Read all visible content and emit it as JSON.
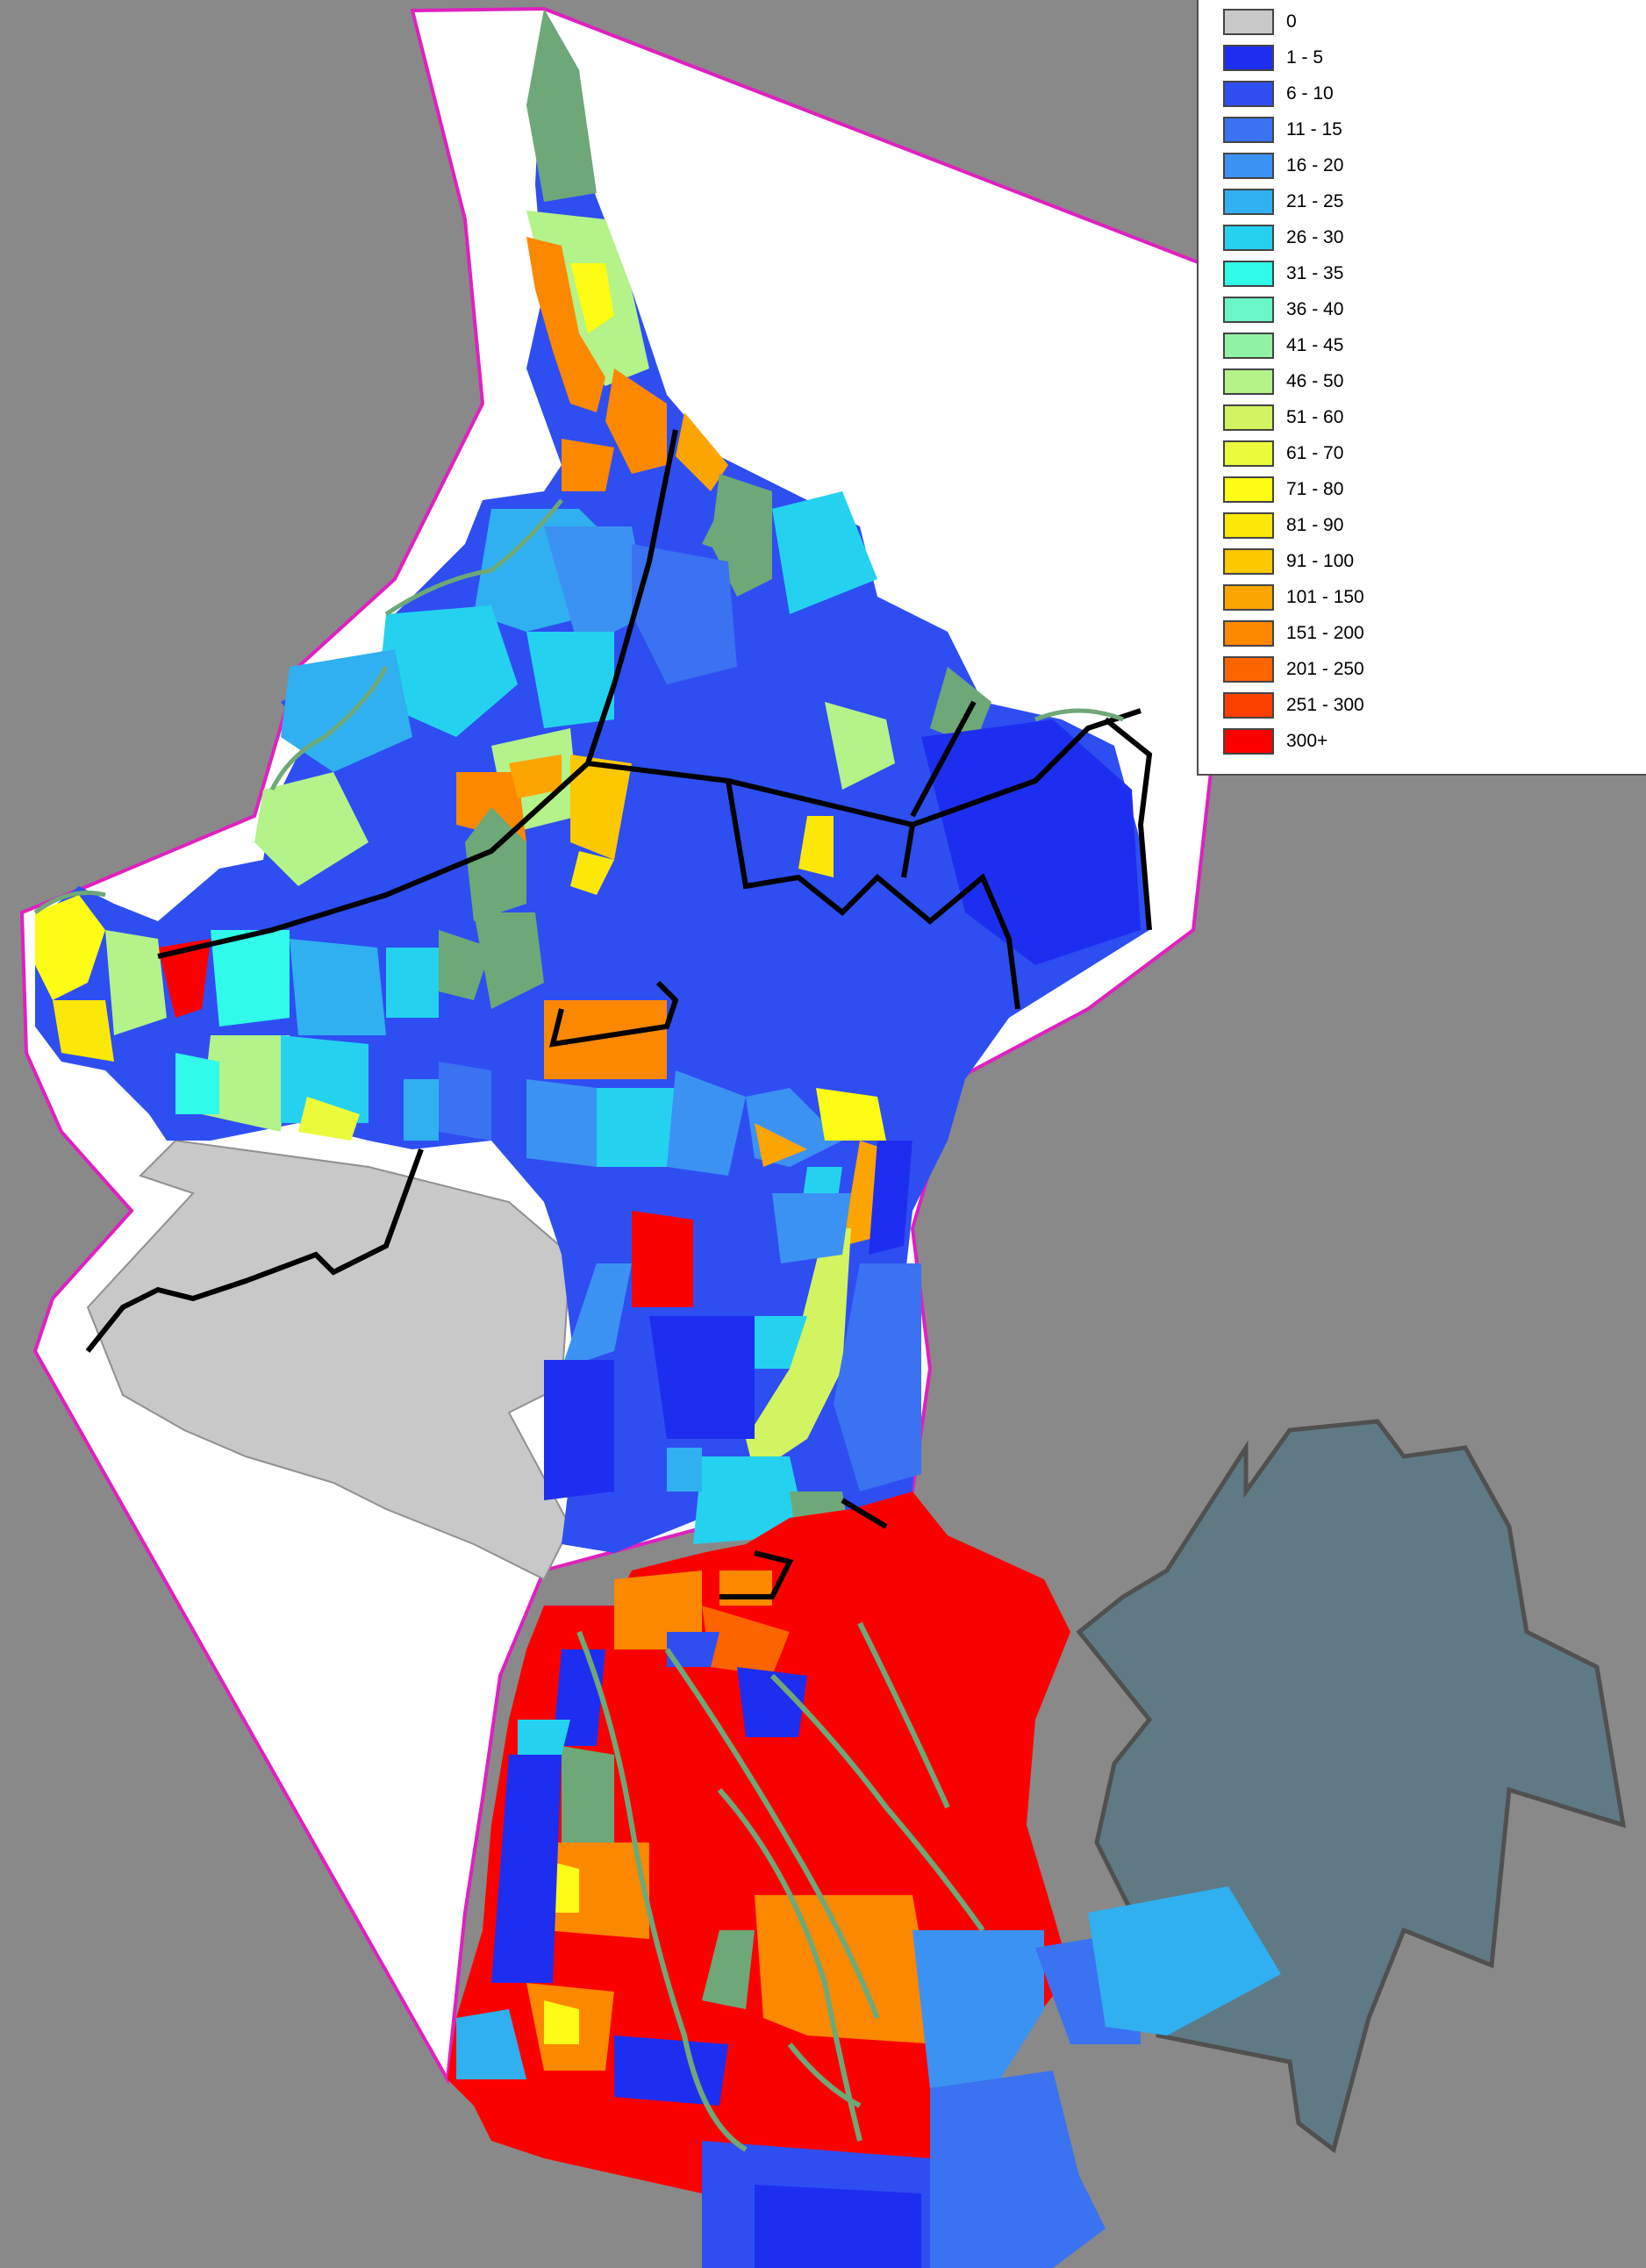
{
  "legend": {
    "title": "",
    "items": [
      {
        "label": "0",
        "color": "#c8c8c8"
      },
      {
        "label": "1 - 5",
        "color": "#1e2ef0"
      },
      {
        "label": "6 - 10",
        "color": "#2e4ef2"
      },
      {
        "label": "11 - 15",
        "color": "#3a72f2"
      },
      {
        "label": "16 - 20",
        "color": "#3c92f2"
      },
      {
        "label": "21 - 25",
        "color": "#30b0f0"
      },
      {
        "label": "26 - 30",
        "color": "#24d2f0"
      },
      {
        "label": "31 - 35",
        "color": "#30fae8"
      },
      {
        "label": "36 - 40",
        "color": "#6af6c8"
      },
      {
        "label": "41 - 45",
        "color": "#92f2a4"
      },
      {
        "label": "46 - 50",
        "color": "#b4f28a"
      },
      {
        "label": "51 - 60",
        "color": "#d2f460"
      },
      {
        "label": "61 - 70",
        "color": "#ecfa3c"
      },
      {
        "label": "71 - 80",
        "color": "#fcfc14"
      },
      {
        "label": "81 - 90",
        "color": "#fce808"
      },
      {
        "label": "91 - 100",
        "color": "#fcc800"
      },
      {
        "label": "101 - 150",
        "color": "#fca400"
      },
      {
        "label": "151 - 200",
        "color": "#fc8800"
      },
      {
        "label": "201 - 250",
        "color": "#fc6400"
      },
      {
        "label": "251 - 300",
        "color": "#fc4000"
      },
      {
        "label": "300+",
        "color": "#fc0000"
      }
    ]
  },
  "map_colors": {
    "background": "#898989",
    "boundary": "#e020c0",
    "district_border": "#000000",
    "outside_region": "#5f7a85",
    "parkland": "#6ea878",
    "water_area": "#ffffff"
  }
}
